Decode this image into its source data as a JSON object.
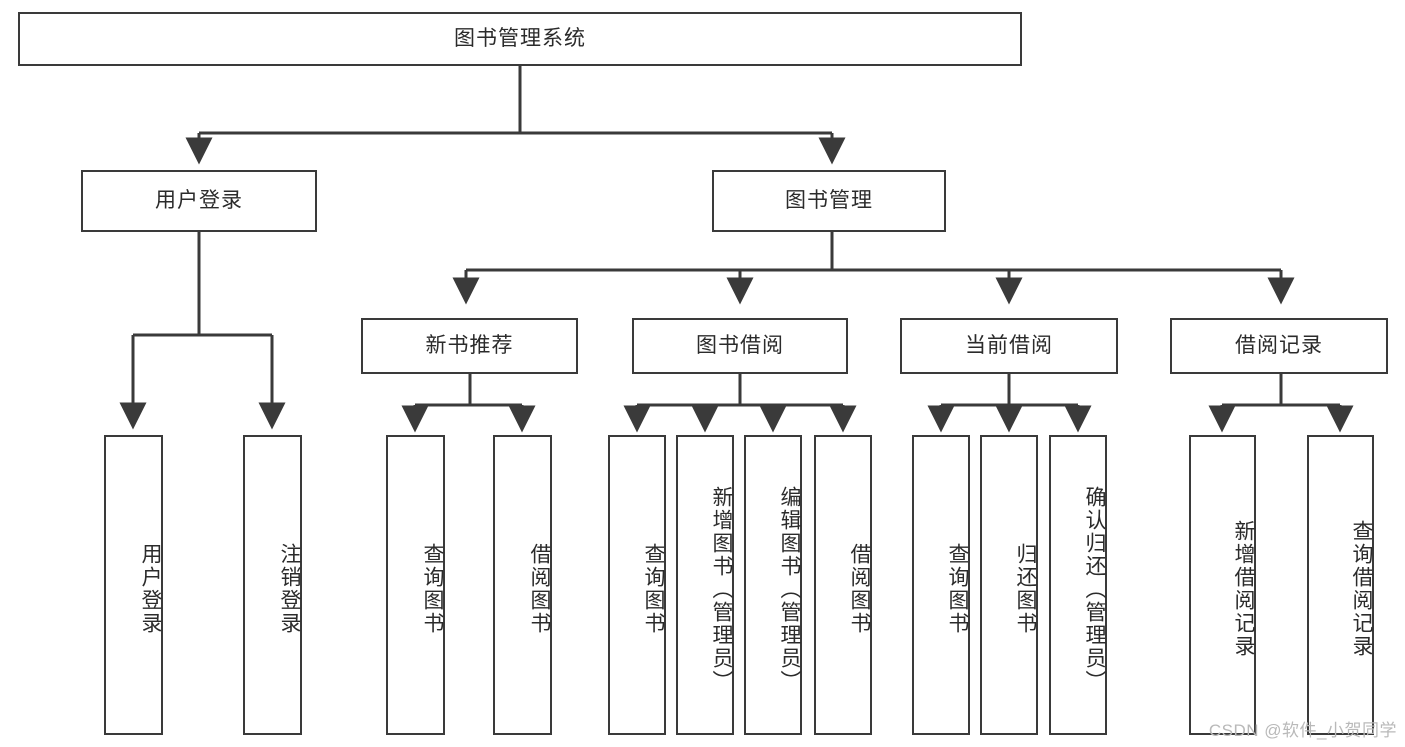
{
  "diagram": {
    "title": "图书管理系统",
    "type": "tree",
    "orientation": "top-down",
    "colors": {
      "box_border": "#3a3a3a",
      "box_fill": "#ffffff",
      "connector": "#3a3a3a",
      "text": "#2b2b2b",
      "background": "#ffffff",
      "watermark": "#b9b9b9"
    },
    "root": {
      "id": "root",
      "label": "图书管理系统"
    },
    "level2": [
      {
        "id": "user-login",
        "label": "用户登录"
      },
      {
        "id": "book-manage",
        "label": "图书管理"
      }
    ],
    "level3": [
      {
        "id": "new-book-rec",
        "label": "新书推荐",
        "parent": "book-manage"
      },
      {
        "id": "book-borrow",
        "label": "图书借阅",
        "parent": "book-manage"
      },
      {
        "id": "current-borrow",
        "label": "当前借阅",
        "parent": "book-manage"
      },
      {
        "id": "borrow-record",
        "label": "借阅记录",
        "parent": "book-manage"
      }
    ],
    "leaves": [
      {
        "id": "leaf-user-login",
        "label": "用户登录",
        "parent": "user-login"
      },
      {
        "id": "leaf-logout-login",
        "label": "注销登录",
        "parent": "user-login"
      },
      {
        "id": "leaf-query-book-1",
        "label": "查询图书",
        "parent": "new-book-rec"
      },
      {
        "id": "leaf-borrow-book-1",
        "label": "借阅图书",
        "parent": "new-book-rec"
      },
      {
        "id": "leaf-query-book-2",
        "label": "查询图书",
        "parent": "book-borrow"
      },
      {
        "id": "leaf-add-book",
        "label": "新增图书（管理员）",
        "parent": "book-borrow"
      },
      {
        "id": "leaf-edit-book",
        "label": "编辑图书（管理员）",
        "parent": "book-borrow"
      },
      {
        "id": "leaf-borrow-book-2",
        "label": "借阅图书",
        "parent": "book-borrow"
      },
      {
        "id": "leaf-query-book-3",
        "label": "查询图书",
        "parent": "current-borrow"
      },
      {
        "id": "leaf-return-book",
        "label": "归还图书",
        "parent": "current-borrow"
      },
      {
        "id": "leaf-confirm-return",
        "label": "确认归还（管理员）",
        "parent": "current-borrow"
      },
      {
        "id": "leaf-add-record",
        "label": "新增借阅记录",
        "parent": "borrow-record"
      },
      {
        "id": "leaf-query-record",
        "label": "查询借阅记录",
        "parent": "borrow-record"
      }
    ],
    "watermark": "CSDN @软件_小贺同学"
  }
}
